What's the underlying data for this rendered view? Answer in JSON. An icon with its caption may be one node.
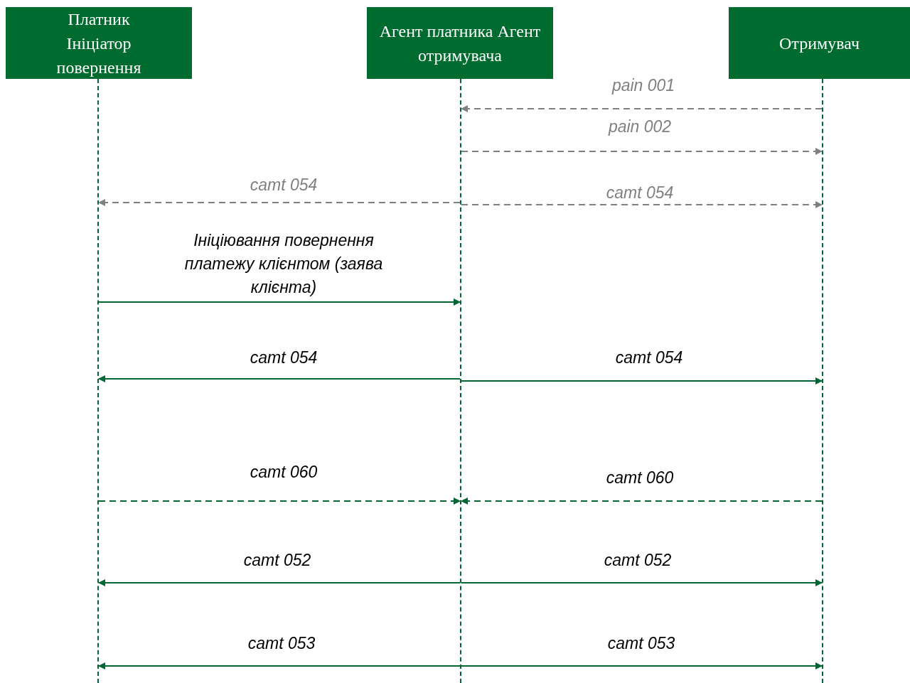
{
  "diagram": {
    "nodes": [
      {
        "text": [
          "Платник Ініціатор повернення"
        ]
      },
      {
        "text": [
          "Агент платника Агент отримувача"
        ]
      },
      {
        "text": [
          "Отримувач"
        ]
      },
      {
        "text": [],
        "shape": "line"
      },
      {
        "text": [],
        "shape": "line"
      },
      {
        "text": [],
        "shape": "line"
      }
    ],
    "edges": [
      {
        "from": 5,
        "to": 4,
        "arrow": "to",
        "label": "pain 001",
        "style": "dashed",
        "color": "#808080"
      },
      {
        "from": 4,
        "to": 5,
        "arrow": "to",
        "label": "pain 002",
        "style": "dashed",
        "color": "#808080"
      },
      {
        "from": 4,
        "to": 3,
        "arrow": "to",
        "label": "camt 054",
        "style": "dashed",
        "color": "#808080"
      },
      {
        "from": 4,
        "to": 5,
        "arrow": "to",
        "label": "camt 054",
        "style": "dashed",
        "color": "#808080"
      },
      {
        "from": 3,
        "to": 4,
        "arrow": "to",
        "label": "Ініціювання повернення платежу клієнтом (заява клієнта)"
      },
      {
        "from": 4,
        "to": 3,
        "arrow": "to",
        "label": "camt 054"
      },
      {
        "from": 4,
        "to": 5,
        "arrow": "to",
        "label": "camt 054"
      },
      {
        "from": 3,
        "to": 4,
        "arrow": "to",
        "label": "camt 060",
        "style": "dashed"
      },
      {
        "from": 5,
        "to": 4,
        "arrow": "to",
        "label": "camt 060",
        "style": "dashed"
      },
      {
        "from": 4,
        "to": 3,
        "arrow": "to",
        "label": "camt 052"
      },
      {
        "from": 4,
        "to": 5,
        "arrow": "to",
        "label": "camt 052"
      },
      {
        "from": 4,
        "to": 3,
        "arrow": "to",
        "label": "camt 053"
      },
      {
        "from": 4,
        "to": 5,
        "arrow": "to",
        "label": "camt 053"
      }
    ]
  }
}
